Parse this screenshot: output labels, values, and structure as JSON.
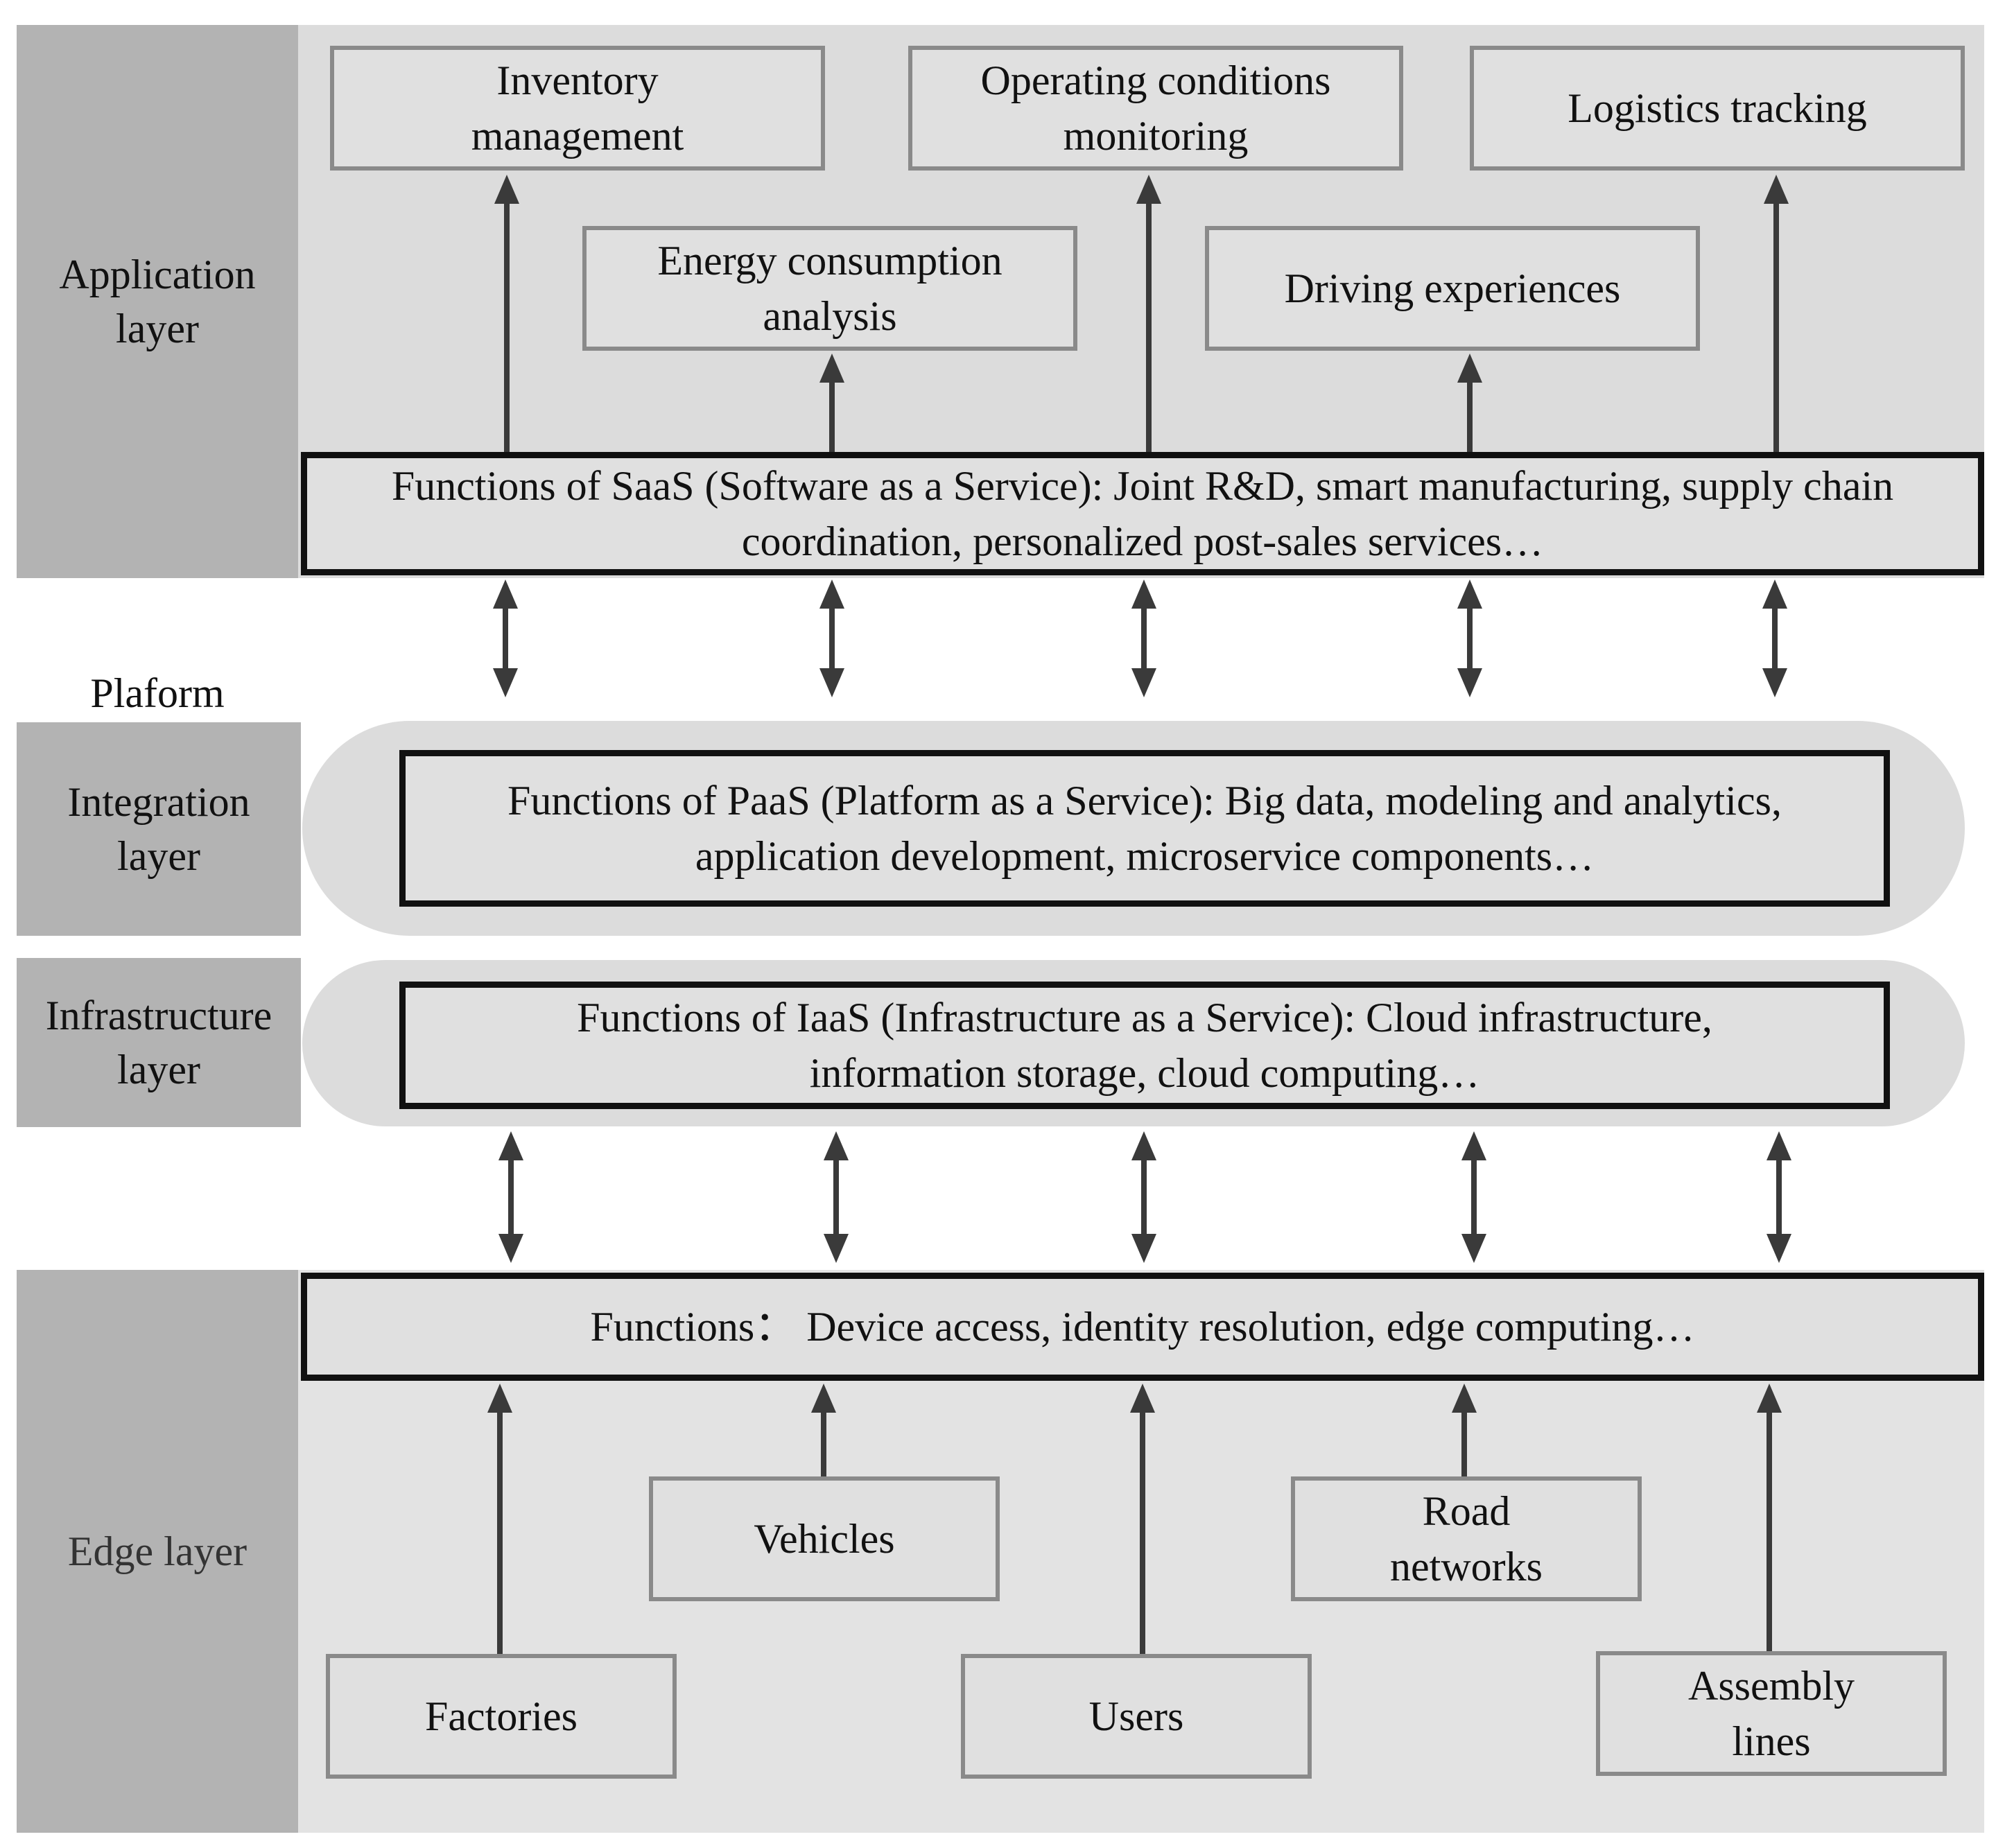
{
  "colors": {
    "app_band": "#dcdcdc",
    "edge_band": "#e3e3e3",
    "side_label": "#b3b3b3",
    "pill": "#dcdcdc",
    "arrow": "#3a3a3a"
  },
  "layers": {
    "application": "Application layer",
    "platform": "Plaform",
    "integration": "Integration layer",
    "infrastructure": "Infrastructure layer",
    "edge": "Edge layer"
  },
  "application_boxes": {
    "inventory": "Inventory management",
    "operating": "Operating conditions monitoring",
    "logistics": "Logistics tracking",
    "energy": "Energy consumption analysis",
    "driving": "Driving experiences"
  },
  "functions": {
    "saas": "Functions of SaaS (Software as a Service): Joint R&D, smart manufacturing, supply chain coordination, personalized post-sales services…",
    "paas": "Functions of PaaS (Platform as a Service): Big data, modeling and analytics, application development, microservice components…",
    "iaas": "Functions of IaaS (Infrastructure as a Service): Cloud infrastructure, information storage, cloud computing…",
    "edge": "Functions： Device access, identity resolution, edge computing…"
  },
  "edge_boxes": {
    "vehicles": "Vehicles",
    "road": "Road networks",
    "factories": "Factories",
    "users": "Users",
    "assembly": "Assembly lines"
  }
}
